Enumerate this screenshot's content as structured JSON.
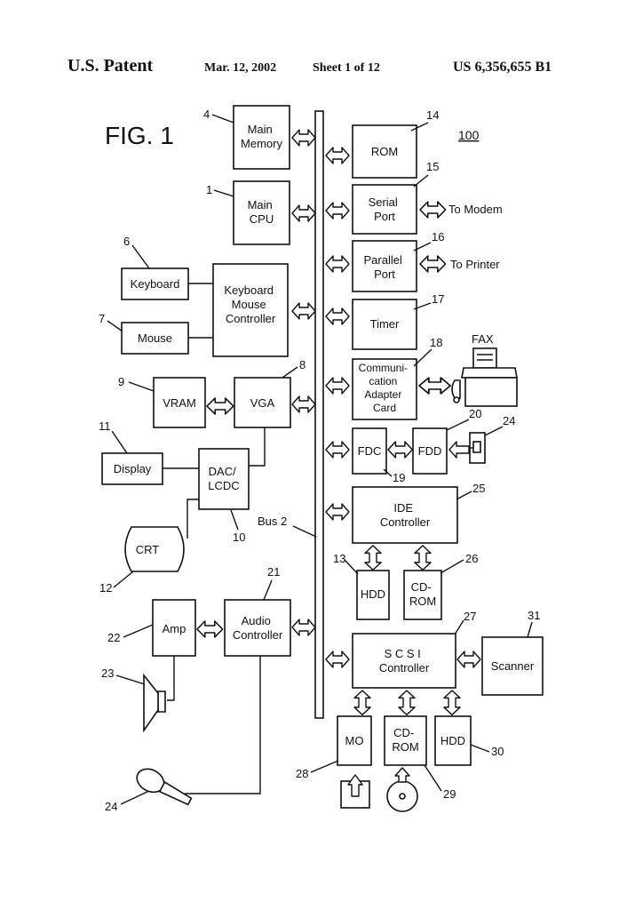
{
  "header": {
    "left": "U.S. Patent",
    "date": "Mar. 12, 2002",
    "sheet": "Sheet 1 of 12",
    "patent_no": "US 6,356,655 B1"
  },
  "figure": {
    "title": "FIG. 1",
    "system_ref": "100",
    "bus_label": "Bus 2",
    "fax_label": "FAX",
    "to_modem": "To Modem",
    "to_printer": "To Printer"
  },
  "blocks": {
    "main_memory": [
      "Main",
      "Memory"
    ],
    "main_cpu": [
      "Main",
      "CPU"
    ],
    "keyboard": [
      "Keyboard"
    ],
    "mouse": [
      "Mouse"
    ],
    "kbd_mouse_ctrl": [
      "Keyboard",
      "Mouse",
      "Controller"
    ],
    "vram": [
      "VRAM"
    ],
    "vga": [
      "VGA"
    ],
    "display": [
      "Display"
    ],
    "dac": [
      "DAC/",
      "LCDC"
    ],
    "crt": [
      "CRT"
    ],
    "amp": [
      "Amp"
    ],
    "audio_ctrl": [
      "Audio",
      "Controller"
    ],
    "rom": [
      "ROM"
    ],
    "serial": [
      "Serial",
      "Port"
    ],
    "parallel": [
      "Parallel",
      "Port"
    ],
    "timer": [
      "Timer"
    ],
    "comm": [
      "Communi-",
      "cation",
      "Adapter",
      "Card"
    ],
    "fdc": [
      "FDC"
    ],
    "fdd": [
      "FDD"
    ],
    "ide": [
      "IDE",
      "Controller"
    ],
    "hdd_ide": [
      "HDD"
    ],
    "cdrom_ide": [
      "CD-",
      "ROM"
    ],
    "scsi": [
      "S C S I",
      "Controller"
    ],
    "scanner": [
      "Scanner"
    ],
    "mo": [
      "MO"
    ],
    "cdrom_scsi": [
      "CD-",
      "ROM"
    ],
    "hdd_scsi": [
      "HDD"
    ]
  },
  "refs": {
    "main_memory": "4",
    "main_cpu": "1",
    "keyboard": "6",
    "mouse": "7",
    "kbd_mouse_ctrl": "8",
    "vram": "9",
    "display": "11",
    "dac": "10",
    "crt": "12",
    "audio_ctrl": "21",
    "amp": "22",
    "speaker": "23",
    "microphone": "24",
    "rom": "14",
    "serial": "15",
    "parallel": "16",
    "timer": "17",
    "comm": "18",
    "fdd": "20",
    "floppy": "24",
    "fdc": "19",
    "ide": "25",
    "hdd_ide": "13",
    "cdrom_ide": "26",
    "scsi": "27",
    "scanner": "31",
    "mo": "28",
    "cdrom_scsi": "29",
    "hdd_scsi": "30"
  },
  "icons": [
    "fax-machine-icon",
    "floppy-disk-icon",
    "speaker-icon",
    "microphone-icon",
    "optical-disc-icon",
    "mo-cartridge-icon",
    "bus-bar"
  ]
}
